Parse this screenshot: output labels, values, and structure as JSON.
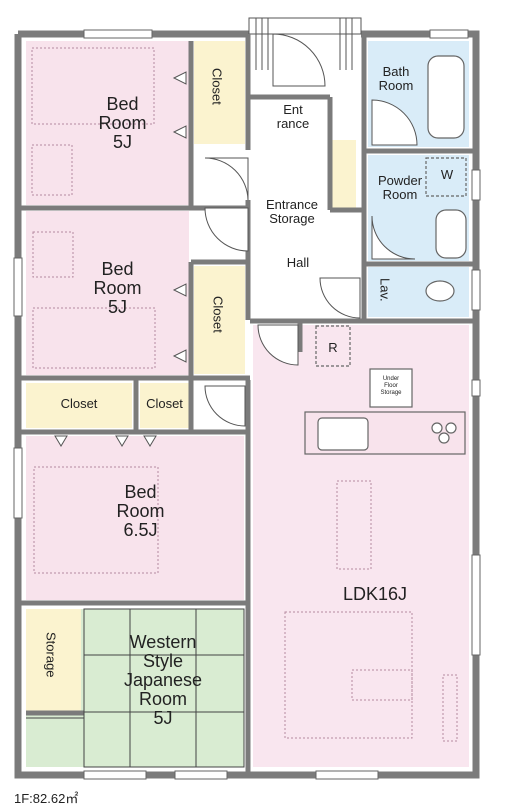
{
  "floor_area_label": "1F:82.62㎡",
  "rooms": {
    "bed_top": [
      "Bed",
      "Room",
      "5J"
    ],
    "closet_top": "Closet",
    "bath": [
      "Bath",
      "Room"
    ],
    "entrance": [
      "Ent",
      "rance"
    ],
    "powder": [
      "Powder",
      "Room"
    ],
    "washer_mark": "W",
    "entrance_storage": [
      "Entrance",
      "Storage"
    ],
    "hall": "Hall",
    "bed_mid": [
      "Bed",
      "Room",
      "5J"
    ],
    "closet_mid": "Closet",
    "lav": "Lav.",
    "fridge_mark": "R",
    "underfloor": [
      "Under",
      "Floor",
      "Storage"
    ],
    "closet_left": "Closet",
    "closet_right": "Closet",
    "bed_large": [
      "Bed",
      "Room",
      "6.5J"
    ],
    "ldk": "LDK16J",
    "storage": "Storage",
    "western": [
      "Western",
      "Style",
      "Japanese",
      "Room",
      "5J"
    ]
  },
  "colors": {
    "wall": "#7b7b7b",
    "bedroom": "#f8e3ec",
    "closet": "#fbf3cf",
    "wet_area": "#d9ecf8",
    "tatami": "#d9ecd2",
    "ldk": "#f9e6ef"
  }
}
